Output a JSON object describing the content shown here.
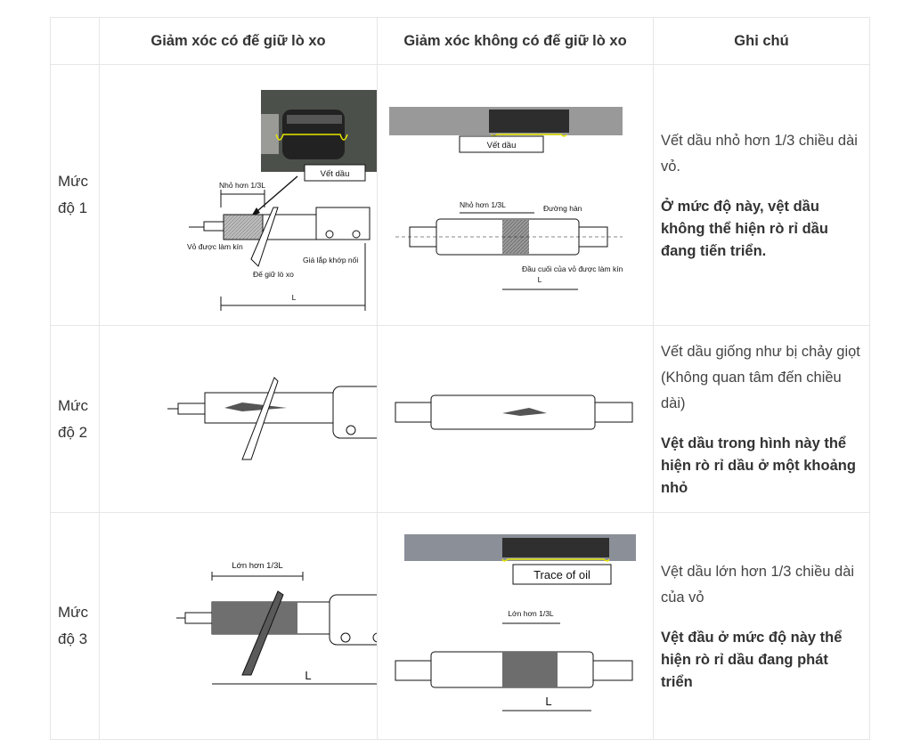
{
  "header": {
    "col_with_seat": "Giảm xóc có đế giữ lò xo",
    "col_without_seat": "Giảm xóc không có đế giữ lò xo",
    "col_note": "Ghi chú"
  },
  "rows": [
    {
      "level": "Mức độ 1",
      "note": "Vết dầu nhỏ hơn 1/3 chiều dài vỏ.",
      "note_bold": "Ở mức độ này, vệt dầu không thể hiện rò rỉ dầu đang tiến triển.",
      "fig_with": {
        "photo_label": "Vết dầu",
        "less_than": "Nhỏ hơn 1/3L",
        "sealed_shell": "Vỏ được làm kín",
        "spring_seat": "Đế giữ lò xo",
        "bracket": "Giá lắp khớp nối",
        "length": "L"
      },
      "fig_without": {
        "photo_label": "Vết dầu",
        "less_than": "Nhỏ hơn 1/3L",
        "weld": "Đường hàn",
        "sealed_end": "Đầu cuối của vỏ được làm kín",
        "length": "L"
      }
    },
    {
      "level": "Mức độ 2",
      "note": "Vết dầu giống như bị chảy giọt (Không quan tâm đến chiều dài)",
      "note_bold": "Vệt dầu trong hình này thể hiện rò rỉ dầu ở một khoảng nhỏ"
    },
    {
      "level": "Mức độ 3",
      "note": "Vệt dầu lớn hơn 1/3 chiều dài của vỏ",
      "note_bold": "Vệt đầu ở mức độ này thể hiện rò rỉ dầu đang phát triển",
      "fig_with": {
        "more_than": "Lớn hơn 1/3L",
        "length": "L"
      },
      "fig_without": {
        "photo_label": "Trace of oil",
        "more_than": "Lớn hơn 1/3L",
        "length": "L"
      }
    }
  ]
}
